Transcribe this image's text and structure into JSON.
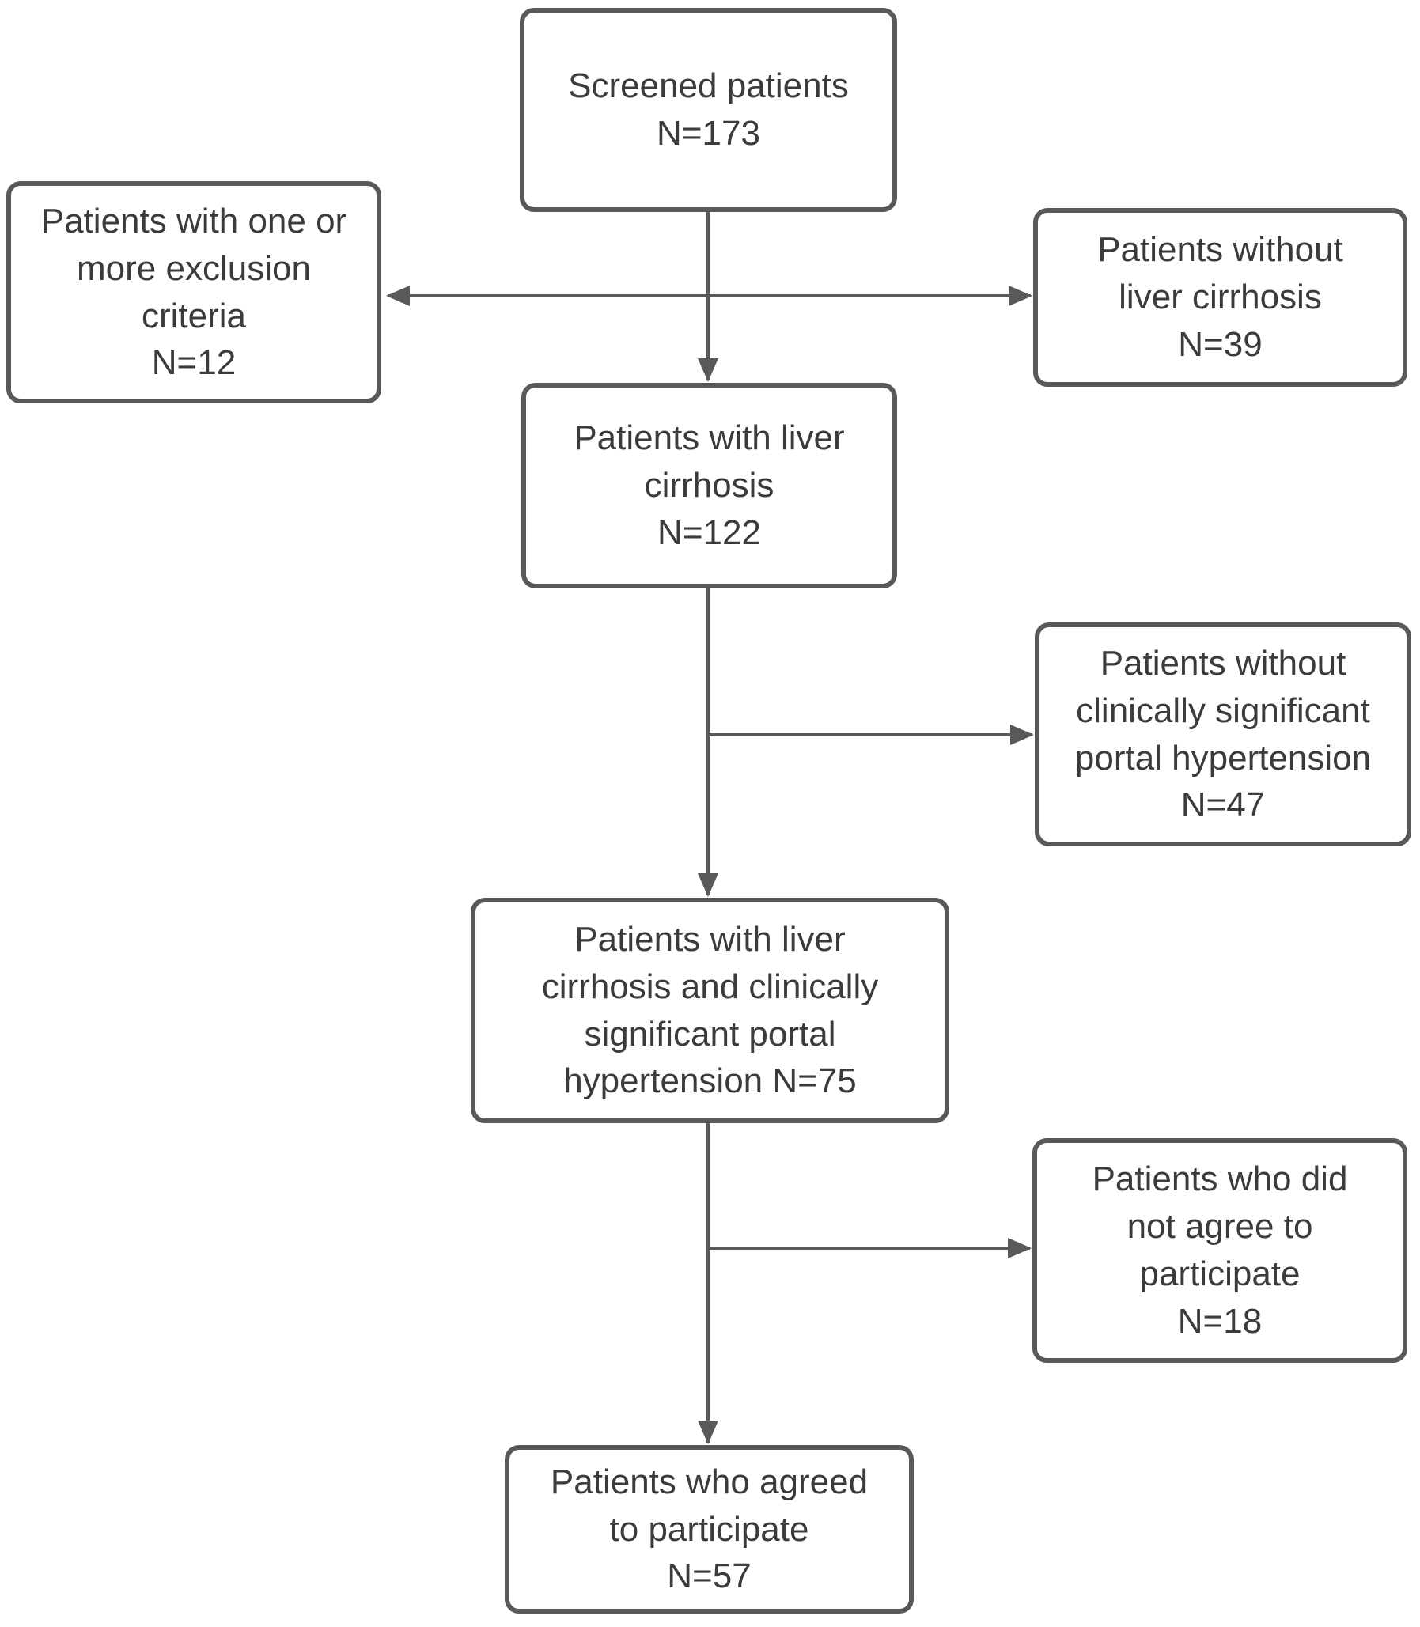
{
  "diagram": {
    "type": "flowchart",
    "colors": {
      "box_border": "#595959",
      "box_fill": "#ffffff",
      "arrow": "#595959",
      "text": "#3b3b3b",
      "background": "#ffffff"
    },
    "nodes": [
      {
        "id": "screened",
        "text": "Screened patients\nN=173",
        "n": 173
      },
      {
        "id": "exclusion",
        "text": "Patients with one or\nmore exclusion\ncriteria\nN=12",
        "n": 12
      },
      {
        "id": "no_liver_cirrhosis",
        "text": "Patients without\nliver cirrhosis\nN=39",
        "n": 39
      },
      {
        "id": "liver_cirrhosis",
        "text": "Patients with liver\ncirrhosis\nN=122",
        "n": 122
      },
      {
        "id": "no_csph",
        "text": "Patients without\nclinically significant\nportal hypertension\nN=47",
        "n": 47
      },
      {
        "id": "cirrhosis_csph",
        "text": "Patients with liver\ncirrhosis and clinically\nsignificant portal\nhypertension N=75",
        "n": 75
      },
      {
        "id": "declined",
        "text": "Patients who did\nnot agree to\nparticipate\nN=18",
        "n": 18
      },
      {
        "id": "agreed",
        "text": "Patients who agreed\nto participate\nN=57",
        "n": 57
      }
    ],
    "edges": [
      {
        "from": "screened",
        "to": "exclusion"
      },
      {
        "from": "screened",
        "to": "no_liver_cirrhosis"
      },
      {
        "from": "screened",
        "to": "liver_cirrhosis"
      },
      {
        "from": "liver_cirrhosis",
        "to": "no_csph"
      },
      {
        "from": "liver_cirrhosis",
        "to": "cirrhosis_csph"
      },
      {
        "from": "cirrhosis_csph",
        "to": "declined"
      },
      {
        "from": "cirrhosis_csph",
        "to": "agreed"
      }
    ]
  }
}
